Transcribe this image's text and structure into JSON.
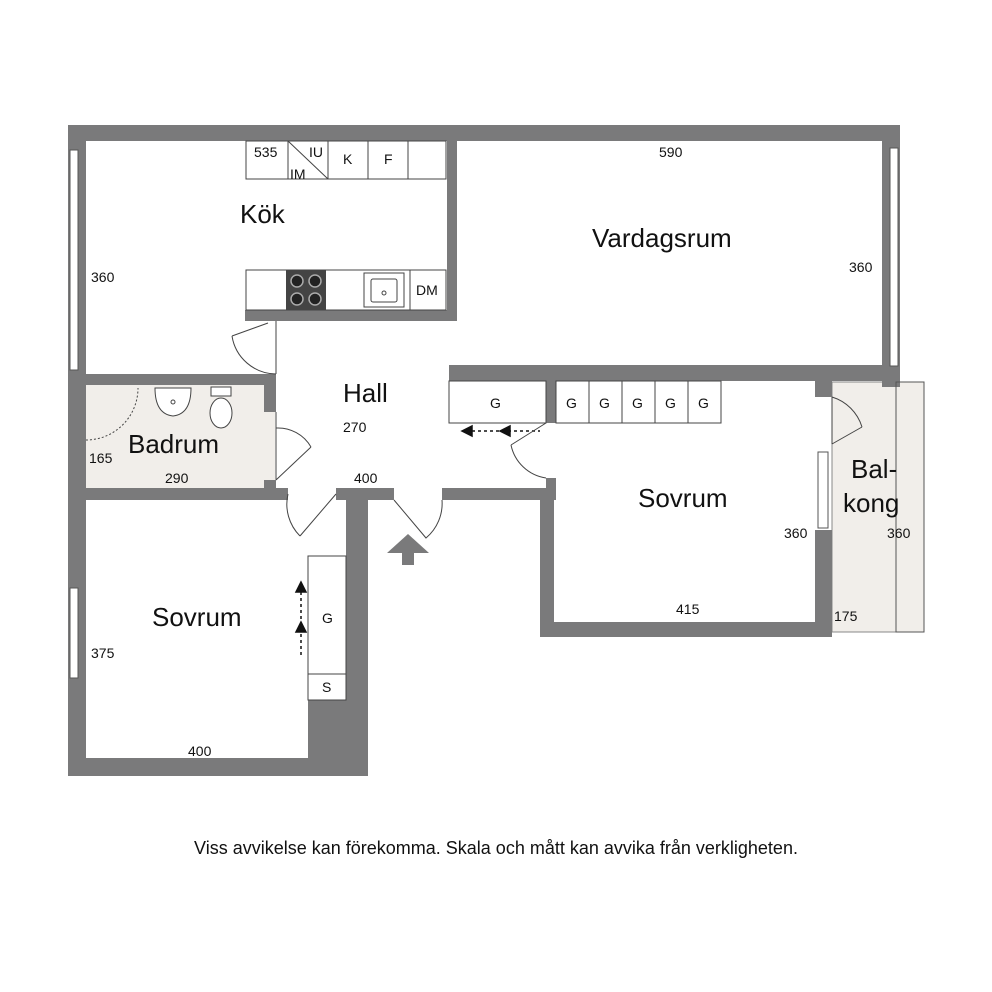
{
  "rooms": {
    "kok": "Kök",
    "vardagsrum": "Vardagsrum",
    "hall": "Hall",
    "badrum": "Badrum",
    "sovrum_1": "Sovrum",
    "sovrum_2": "Sovrum",
    "balkong_1": "Bal-",
    "balkong_2": "kong"
  },
  "dimensions": {
    "kok_width": "535",
    "kok_height": "360",
    "vardagsrum_width": "590",
    "vardagsrum_height": "360",
    "hall_width": "270",
    "hall_length": "400",
    "badrum_height": "165",
    "badrum_width": "290",
    "sovrum_1_height": "375",
    "sovrum_1_width": "400",
    "sovrum_2_height": "360",
    "sovrum_2_width": "415",
    "balkong_height": "360",
    "balkong_width": "175"
  },
  "fixtures": {
    "iu": "IU",
    "im": "IM",
    "k": "K",
    "f": "F",
    "dm": "DM",
    "hall_closet": "G",
    "sovrum_closets": [
      "G",
      "G",
      "G",
      "G",
      "G"
    ],
    "sovrum_1_closet": "G",
    "sovrum_1_storage": "S"
  },
  "colors": {
    "wall": "#7a7a7b",
    "wet_room_floor": "#f1eeea",
    "balcony_floor": "#f1eeea"
  },
  "footer": {
    "disclaimer": "Viss avvikelse kan förekomma. Skala och mått kan avvika från verkligheten."
  }
}
